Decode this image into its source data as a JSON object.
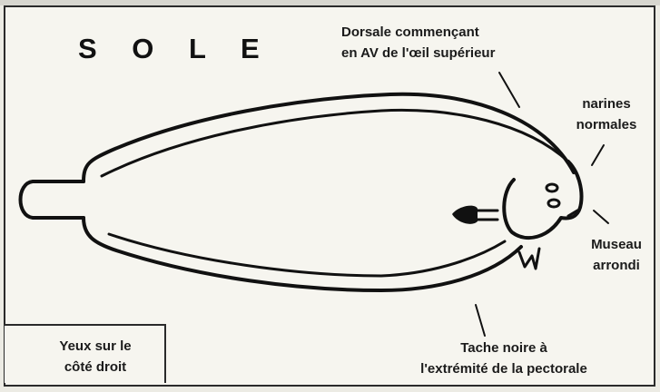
{
  "title": "S O L E",
  "labels": {
    "dorsale": "Dorsale commençant\nen AV de l'œil supérieur",
    "narines": "narines\nnormales",
    "museau": "Museau\narrondi",
    "tache": "Tache noire à\nl'extrémité de la pectorale",
    "yeux": "Yeux sur le\ncôté droit"
  }
}
